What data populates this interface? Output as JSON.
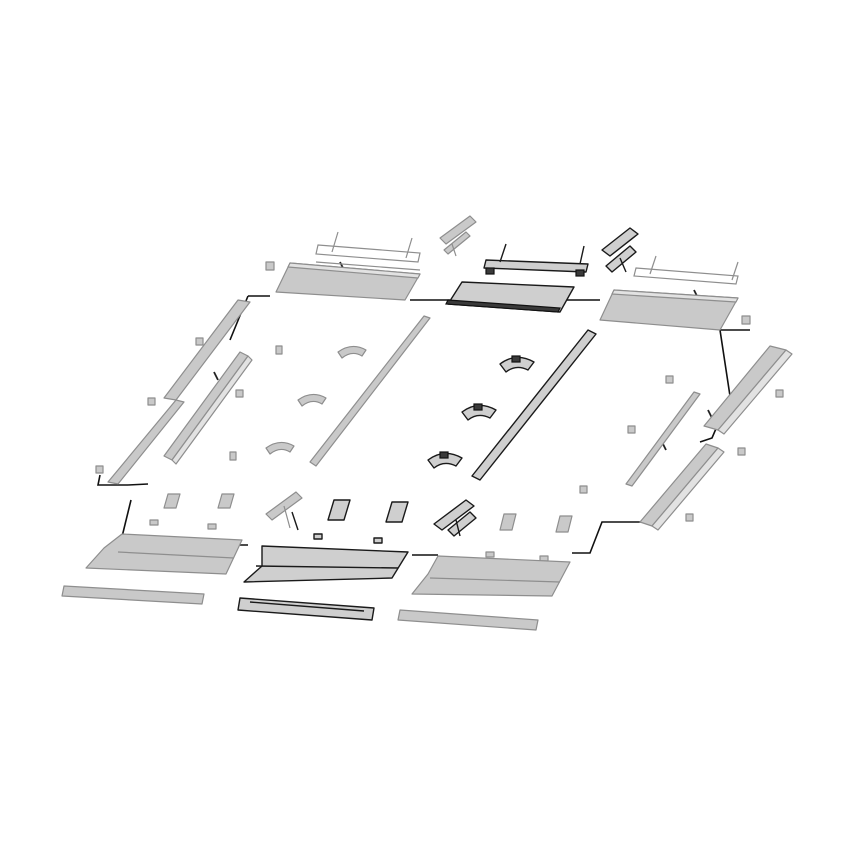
{
  "diagram": {
    "style": "isometric exploded-view line drawing",
    "palette": {
      "background": "#ffffff",
      "inactive_fill": "#c9c9c9",
      "inactive_stroke": "#8e8e8e",
      "highlight_fill": "#cfcfcf",
      "highlight_stroke": "#1a1a1a"
    },
    "highlighted_parts": [
      "top-center-flashing",
      "top-center-bracket",
      "bottom-center-apron",
      "bottom-center-sill-strip",
      "center-right-rail",
      "center-clips"
    ]
  }
}
